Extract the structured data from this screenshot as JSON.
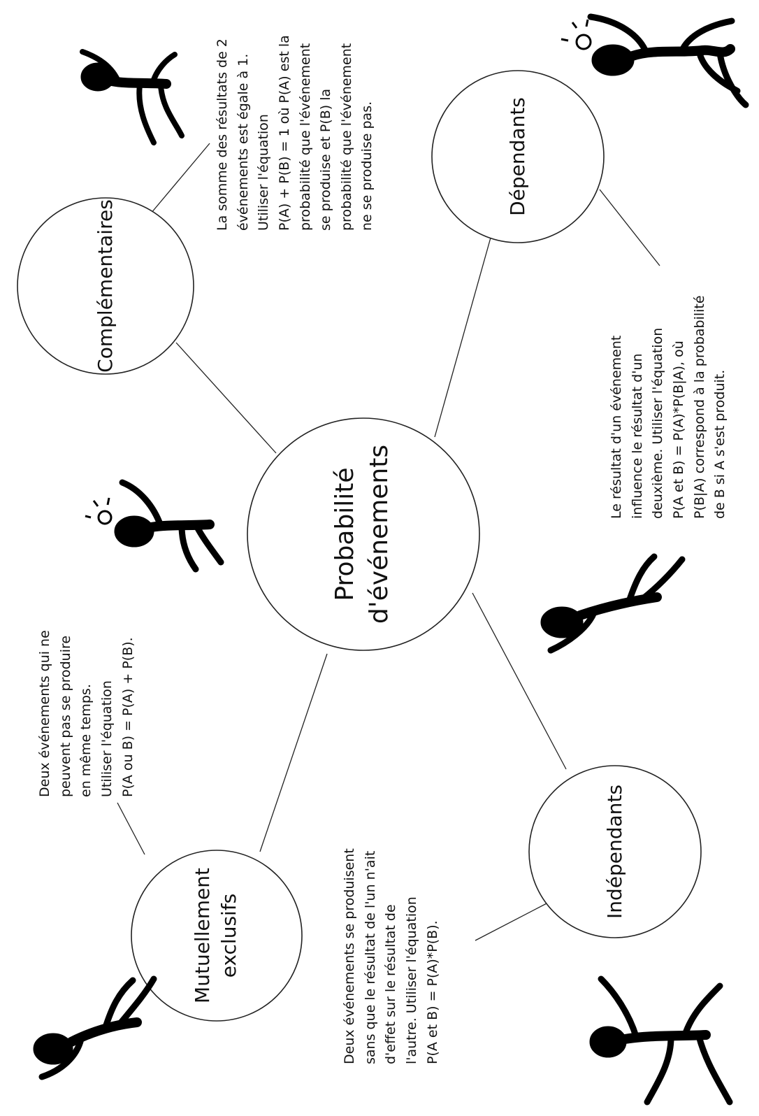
{
  "center": {
    "line1": "Probabilité",
    "line2": "d'événements"
  },
  "complementaires": {
    "label": "Complémentaires",
    "note": [
      "La somme des résultats de 2",
      "événements est égale à 1.",
      "Utiliser l'équation",
      "P(A) + P(B) = 1 où P(A) est la",
      "probabilité que l'événement",
      "se produise et P(B) la",
      "probabilité que l'événement",
      "ne se produise pas."
    ]
  },
  "dependants": {
    "label": "Dépendants",
    "note": [
      "Le résultat d'un événement",
      "influence le résultat d'un",
      "deuxième. Utiliser l'équation",
      "P(A et B) = P(A)*P(B|A), où",
      "P(B|A) correspond à la probabilité",
      "de B si A s'est produit."
    ]
  },
  "independants": {
    "label": "Indépendants",
    "note": [
      "Deux événements se produisent",
      "sans que le résultat de l'un n'ait",
      "d'effet sur le résultat de",
      "l'autre. Utiliser l'équation",
      "P(A et B) = P(A)*P(B)."
    ]
  },
  "mutuellement": {
    "line1": "Mutuellement",
    "line2": "exclusifs",
    "note": [
      "Deux événements qui ne",
      "peuvent pas se produire",
      "en même temps.",
      "Utiliser l'équation",
      "P(A ou B) = P(A) + P(B)."
    ]
  }
}
